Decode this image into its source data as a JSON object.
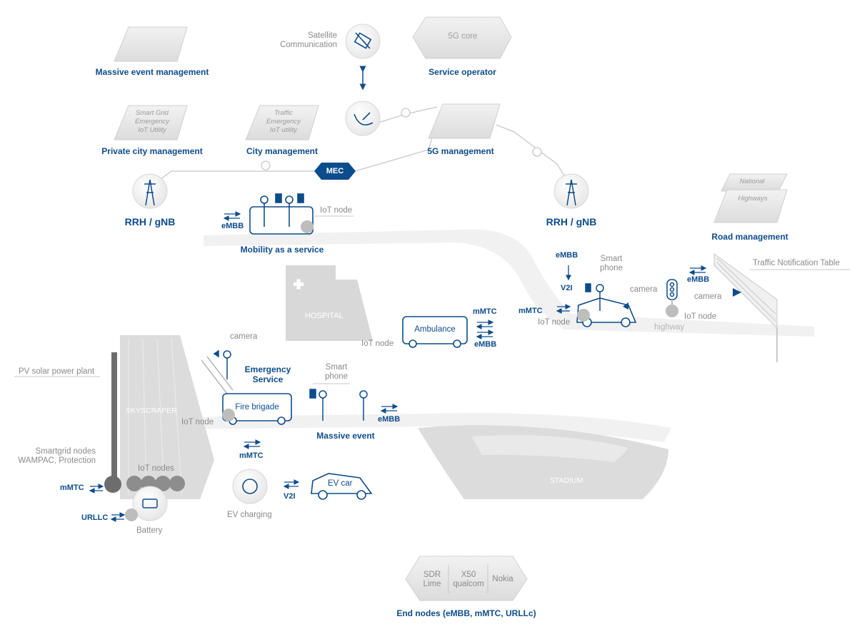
{
  "mgmt": {
    "massive_event": "Massive event management",
    "private_city": "Private city management",
    "private_city_tags": [
      "Smart Grid",
      "Emergency",
      "IoT Utility"
    ],
    "city": "City management",
    "city_tags": [
      "Traffic",
      "Emergency",
      "IoT utility"
    ],
    "five_g": "5G management",
    "service_operator": "Service operator",
    "core": "5G core",
    "road": "Road management",
    "road_tags": [
      "National",
      "Highways"
    ]
  },
  "satellite": "Satellite\nCommunication",
  "mec": "MEC",
  "rrh_left": "RRH / gNB",
  "rrh_right": "RRH / gNB",
  "mobility": {
    "embb": "eMBB",
    "iot_node": "IoT node",
    "title": "Mobility as a service"
  },
  "road": {
    "embb_top": "eMBB",
    "v2i": "V2I",
    "smart_phone": "Smart\nphone",
    "camera": "camera",
    "mmtc": "mMTC",
    "iot_node_car": "IoT node",
    "iot_node_light": "IoT node",
    "highway": "highway",
    "embb_right": "eMBB",
    "camera_right": "camera",
    "traffic_table": "Traffic Notification Table"
  },
  "hospital": {
    "label": "HOSPITAL",
    "iot_node": "IoT node",
    "ambulance": "Ambulance",
    "mmtc": "mMTC",
    "embb": "eMBB"
  },
  "city": {
    "pv": "PV solar power plant",
    "skyscraper": "SKYSCRAPER",
    "camera": "camera",
    "emergency": "Emergency\nService",
    "fire_brigade": "Fire brigade",
    "iot_node_fire": "IoT node",
    "smart_phone": "Smart\nphone",
    "embb": "eMBB",
    "massive_event": "Massive event",
    "smartgrid": "Smartgrid nodes\nWAMPAC, Protection",
    "iot_nodes": "IoT nodes",
    "mmtc_left": "mMTC",
    "urllc": "URLLC",
    "battery": "Battery",
    "mmtc_mid": "mMTC",
    "ev_charging": "EV charging",
    "v2i": "V2I",
    "ev_car": "EV car",
    "stadium": "STADIUM"
  },
  "end_nodes": {
    "sdr": "SDR\nLime",
    "x50": "X50\nqualcom",
    "nokia": "Nokia",
    "title": "End nodes (eMBB, mMTC, URLLc)"
  },
  "colors": {
    "blue": "#0d4c8c",
    "gray": "#d9d9d9",
    "text_gray": "#8a8a8a"
  }
}
